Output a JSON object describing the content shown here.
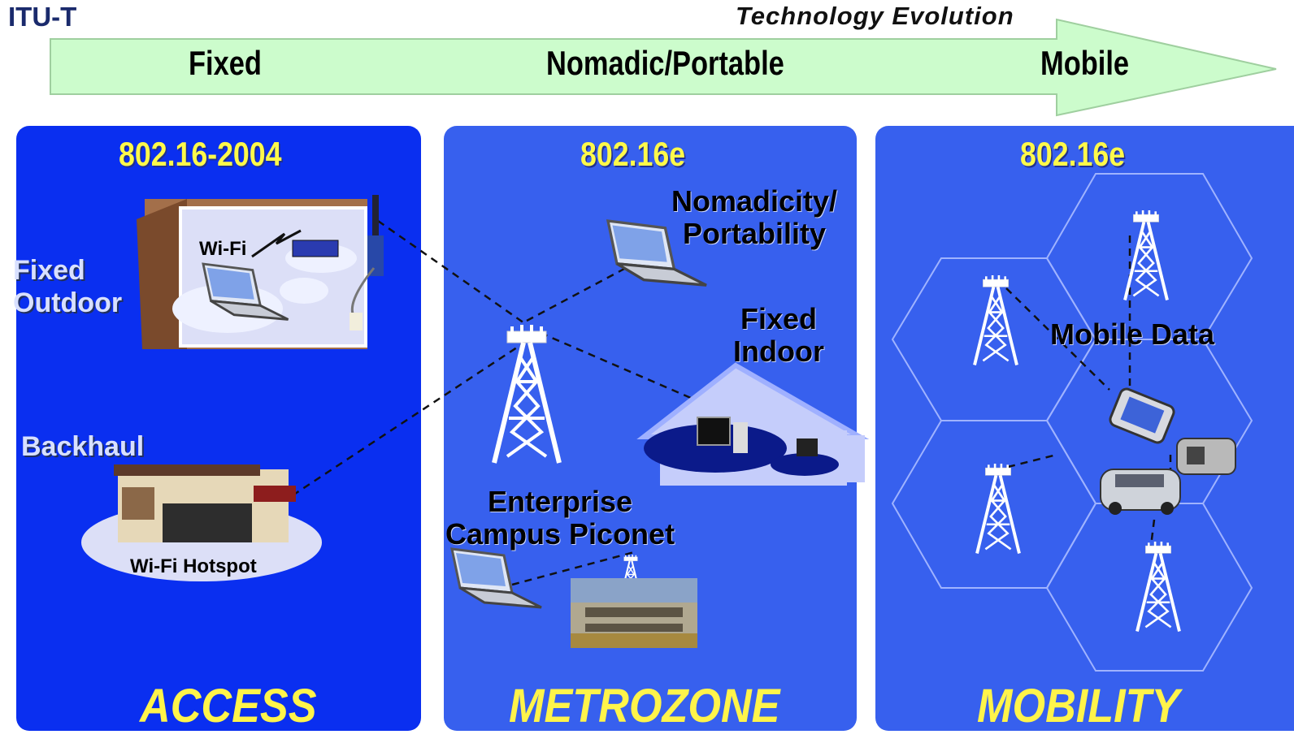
{
  "header": {
    "org": "ITU-T",
    "evolution_title": "Technology Evolution",
    "stages": [
      "Fixed",
      "Nomadic/Portable",
      "Mobile"
    ]
  },
  "panels": [
    {
      "standard": "802.16-2004",
      "zone": "ACCESS",
      "labels": {
        "outdoor": "Fixed\nOutdoor",
        "wifi": "Wi-Fi",
        "backhaul": "Backhaul",
        "hotspot": "Wi-Fi Hotspot"
      }
    },
    {
      "standard": "802.16e",
      "zone": "METROZONE",
      "labels": {
        "nomadic": "Nomadicity/\nPortability",
        "indoor": "Fixed\nIndoor",
        "enterprise": "Enterprise\nCampus Piconet"
      }
    },
    {
      "standard": "802.16e",
      "zone": "MOBILITY",
      "labels": {
        "mobile_data": "Mobile Data"
      }
    }
  ],
  "colors": {
    "arrow": "#ccfccc",
    "panel_dark": "#0a2ff0",
    "panel_light": "#3760ee",
    "accent_text": "#fff94a"
  },
  "icons": [
    "cell-tower-icon",
    "laptop-icon",
    "house-icon",
    "building-icon",
    "router-icon",
    "pda-icon",
    "car-icon",
    "store-icon"
  ]
}
